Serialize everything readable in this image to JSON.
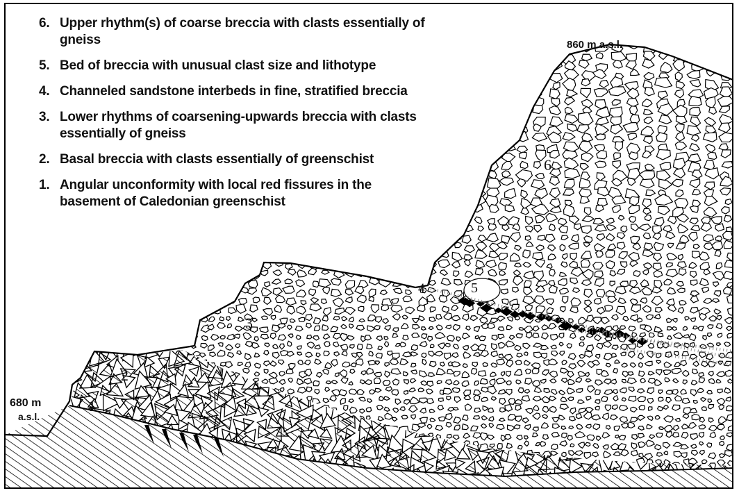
{
  "legend": [
    {
      "number": "6.",
      "text": "Upper rhythm(s) of coarse breccia with clasts essentially of gneiss"
    },
    {
      "number": "5.",
      "text": "Bed of breccia with unusual clast size and lithotype"
    },
    {
      "number": "4.",
      "text": "Channeled sandstone interbeds in fine, stratified breccia"
    },
    {
      "number": "3.",
      "text": "Lower rhythms of coarsening-upwards breccia with clasts essentially of gneiss"
    },
    {
      "number": "2.",
      "text": "Basal breccia with clasts essentially of greenschist"
    },
    {
      "number": "1.",
      "text": "Angular unconformity with local red fissures in the basement of Caledonian greenschist"
    }
  ],
  "elevations": {
    "top": "860 m  a.s.l.",
    "base_value": "680 m",
    "base_unit": "a.s.l."
  },
  "unit_labels": [
    "1",
    "2",
    "3",
    "4",
    "5",
    "6"
  ]
}
